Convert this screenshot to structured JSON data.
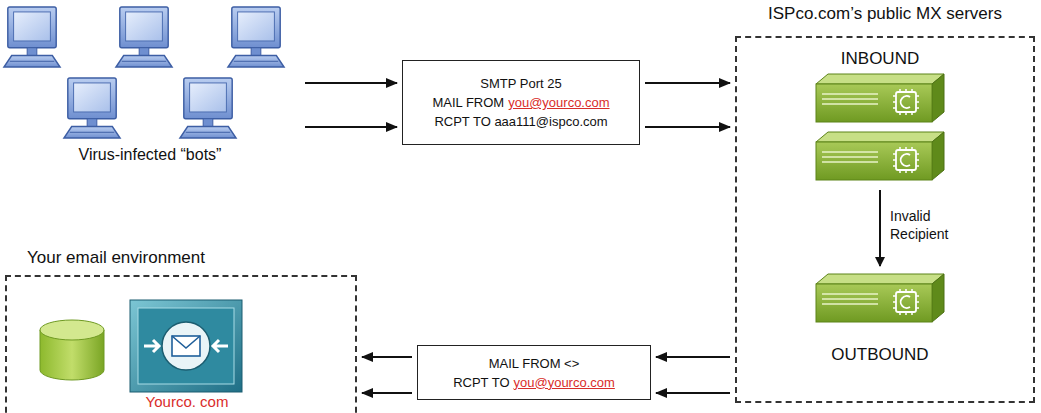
{
  "diagram": {
    "nodes": [
      {
        "text": [
          "Virus-infected “bots”"
        ]
      },
      {
        "text": [
          "SMTP Port 25",
          "MAIL FROM",
          "you@yourco.com",
          "RCPT TO aaa111@ispco.com"
        ]
      },
      {
        "text": [
          "ISPco.com’s public MX servers"
        ]
      },
      {
        "text": [
          "MAIL FROM <>",
          "RCPT TO",
          "you@yourco.com"
        ]
      },
      {
        "text": [
          "Your email environment"
        ]
      }
    ],
    "edges": [
      {
        "from": 0,
        "to": 1,
        "arrow": "to"
      },
      {
        "from": 0,
        "to": 1,
        "arrow": "to"
      },
      {
        "from": 1,
        "to": 2,
        "arrow": "to"
      },
      {
        "from": 1,
        "to": 2,
        "arrow": "to"
      },
      {
        "from": 2,
        "to": 3,
        "arrow": "to"
      },
      {
        "from": 2,
        "to": 3,
        "arrow": "to"
      },
      {
        "from": 3,
        "to": 4,
        "arrow": "to"
      },
      {
        "from": 3,
        "to": 4,
        "arrow": "to"
      }
    ],
    "labels": [
      "INBOUND",
      "Invalid Recipient",
      "OUTBOUND",
      "Yourco. com"
    ]
  }
}
